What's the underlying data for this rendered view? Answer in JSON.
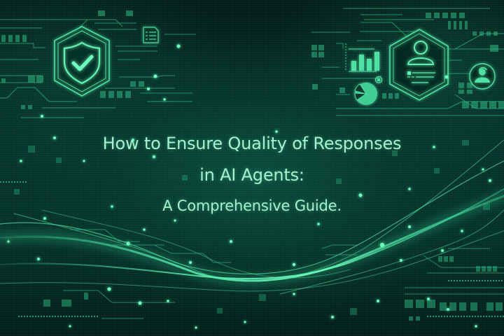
{
  "title": {
    "line1": "How to Ensure Quality of Responses",
    "line2": "in AI Agents:",
    "line3": "A Comprehensive Guide."
  },
  "icons": {
    "shield": "shield-check-icon",
    "document": "document-icon",
    "bar_chart": "bar-chart-icon",
    "pie_chart": "pie-chart-icon",
    "user_profile": "user-profile-icon",
    "user_circle": "user-circle-icon"
  },
  "colors": {
    "background": "#04211c",
    "accent": "#4fe0a3",
    "text": "#a8f0cf",
    "glow": "#6dffc0"
  }
}
